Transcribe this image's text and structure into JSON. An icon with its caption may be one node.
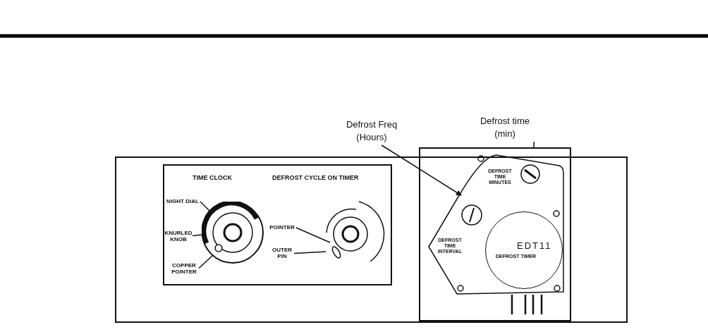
{
  "diagram": {
    "nodes": [
      {
        "text": [
          "TIME CLOCK",
          "DEFROST CYCLE ON TIMER"
        ]
      },
      {
        "text": [
          "NIGHT DIAL"
        ],
        "in": 0
      },
      {
        "text": [
          "KNURLED KNOB"
        ],
        "in": 0
      },
      {
        "text": [
          "COPPER POINTER"
        ],
        "in": 0
      },
      {
        "text": [
          "POINTER"
        ],
        "in": 0
      },
      {
        "text": [
          "OUTER PIN"
        ],
        "in": 0
      },
      {
        "text": [
          "Defrost Freq (Hours)"
        ]
      },
      {
        "text": [
          "Defrost time (min)"
        ]
      },
      {
        "text": [],
        "shape": "box"
      },
      {
        "text": [
          "DEFROST TIME MINUTES",
          "DEFROST TIME INTERVAL"
        ],
        "in": 8
      },
      {
        "text": [
          "EDT11",
          "DEFROST TIMER"
        ],
        "in": 9
      },
      {
        "text": [],
        "shape": "picture",
        "in": 0
      },
      {
        "text": [],
        "shape": "picture",
        "in": 0
      }
    ],
    "edges": [
      {
        "from": 1,
        "to": 11,
        "arrow": "none"
      },
      {
        "from": 2,
        "to": 11,
        "arrow": "none"
      },
      {
        "from": 3,
        "to": 11,
        "arrow": "none"
      },
      {
        "from": 4,
        "to": 12,
        "arrow": "none"
      },
      {
        "from": 5,
        "to": 12,
        "arrow": "none"
      },
      {
        "from": 6,
        "to": 9,
        "arrow": "to"
      },
      {
        "from": 7,
        "to": 8,
        "arrow": "none"
      }
    ]
  }
}
